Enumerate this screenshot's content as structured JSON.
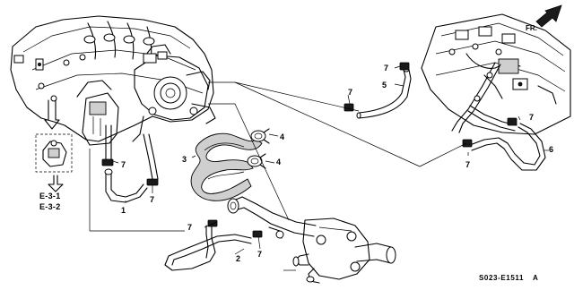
{
  "diagram": {
    "front_marker": "FR.",
    "reference_codes": [
      "E-3-1",
      "E-3-2"
    ],
    "drawing_code": "S023-E1511",
    "drawing_suffix": "A",
    "callouts": [
      {
        "id": "c1",
        "label": "1",
        "target": "hose-1"
      },
      {
        "id": "c2",
        "label": "2",
        "target": "hose-2"
      },
      {
        "id": "c3",
        "label": "3",
        "target": "hose-3"
      },
      {
        "id": "c4a",
        "label": "4",
        "target": "clamp-4-upper"
      },
      {
        "id": "c4b",
        "label": "4",
        "target": "clamp-4-lower"
      },
      {
        "id": "c5",
        "label": "5",
        "target": "hose-5"
      },
      {
        "id": "c6",
        "label": "6",
        "target": "hose-6"
      },
      {
        "id": "c7a",
        "label": "7",
        "target": "clip-7"
      },
      {
        "id": "c7b",
        "label": "7",
        "target": "clip-7"
      },
      {
        "id": "c7c",
        "label": "7",
        "target": "clip-7"
      },
      {
        "id": "c7d",
        "label": "7",
        "target": "clip-7"
      },
      {
        "id": "c7e",
        "label": "7",
        "target": "clip-7"
      },
      {
        "id": "c7f",
        "label": "7",
        "target": "clip-7"
      },
      {
        "id": "c7g",
        "label": "7",
        "target": "clip-7"
      },
      {
        "id": "c7h",
        "label": "7",
        "target": "clip-7"
      }
    ]
  }
}
